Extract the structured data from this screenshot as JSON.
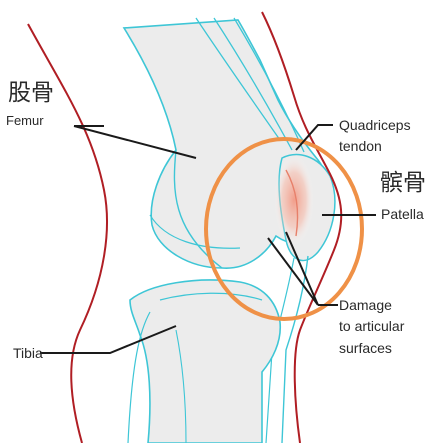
{
  "labels": {
    "femur_zh": "股骨",
    "femur": "Femur",
    "quadriceps_line1": "Quadriceps",
    "quadriceps_line2": "tendon",
    "patella_zh": "髌骨",
    "patella": "Patella",
    "damage_line1": "Damage",
    "damage_line2": "to articular",
    "damage_line3": "surfaces",
    "tibia": "Tibia"
  },
  "colors": {
    "bone_fill": "#ececec",
    "bone_outline": "#3ec6d6",
    "skin_outline": "#b01e24",
    "highlight_circle": "#ef9147",
    "damage_glow": "#f7b9a8",
    "leader_line": "#1a1a1a",
    "text": "#2a2a2a"
  }
}
